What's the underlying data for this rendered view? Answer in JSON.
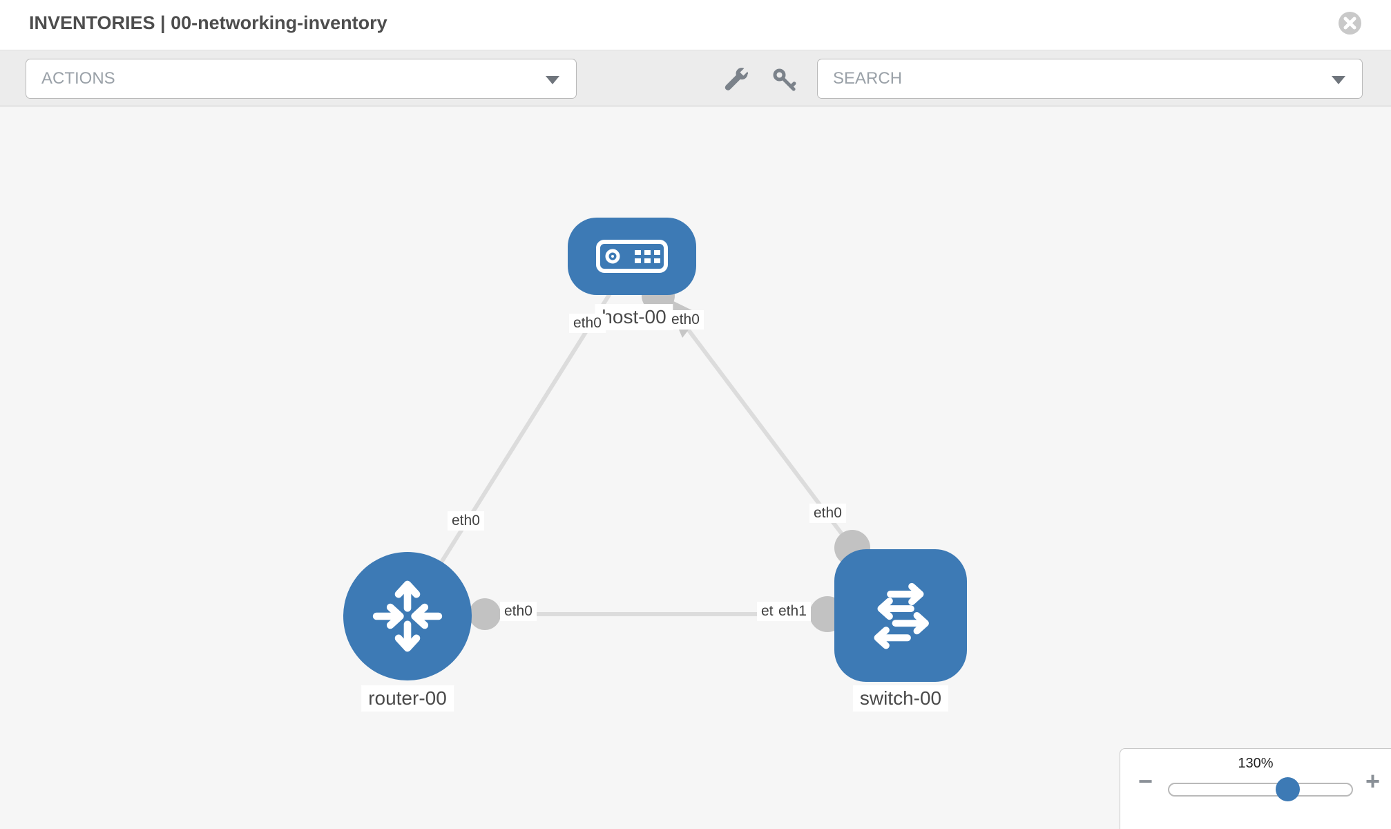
{
  "header": {
    "title": "INVENTORIES | 00-networking-inventory"
  },
  "toolbar": {
    "actions_label": "ACTIONS",
    "search_placeholder": "SEARCH",
    "tool_icons": [
      "wrench",
      "key"
    ]
  },
  "topology": {
    "nodes": [
      {
        "id": "host-00",
        "type": "host",
        "icon": "server-icon"
      },
      {
        "id": "router-00",
        "type": "router",
        "icon": "router-arrows-icon"
      },
      {
        "id": "switch-00",
        "type": "switch",
        "icon": "switch-arrows-icon"
      }
    ],
    "links": [
      {
        "from": "host-00",
        "to": "router-00",
        "from_interface": "eth0",
        "to_interface": "eth0"
      },
      {
        "from": "host-00",
        "to": "switch-00",
        "from_interface": "eth0",
        "to_interface": "eth0"
      },
      {
        "from": "router-00",
        "to": "switch-00",
        "from_interface": "eth0",
        "to_interface": "eth1"
      }
    ],
    "labels": {
      "host": "host-00",
      "router": "router-00",
      "switch": "switch-00",
      "host_left_if": "eth0",
      "host_right_if": "eth0",
      "router_link_if": "eth0",
      "switch_link_if": "eth0",
      "router_port_if": "eth0",
      "switch_port_if_a": "eth0",
      "switch_port_if_b": "eth1"
    }
  },
  "zoom_control": {
    "level": "130%",
    "minus_label": "−",
    "plus_label": "+"
  },
  "colors": {
    "accent_blue": "#3d7ab5",
    "link_gray": "#dcdcdc",
    "connector_gray": "#c2c2c2",
    "toolbar_bg": "#ececec",
    "canvas_bg": "#f6f6f6"
  }
}
